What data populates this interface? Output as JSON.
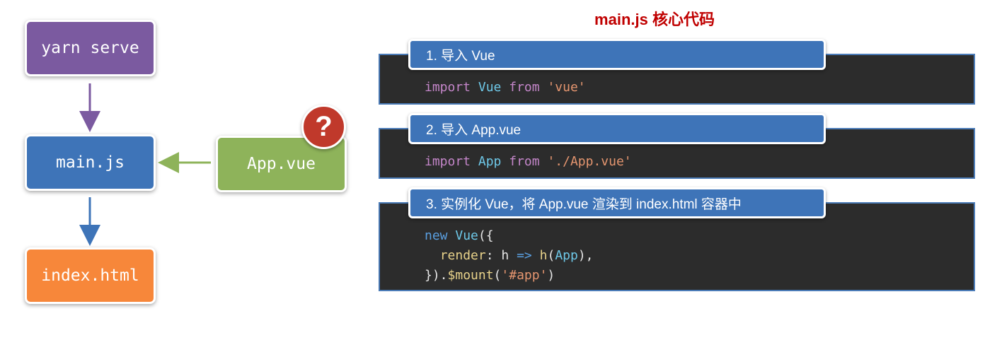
{
  "flow": {
    "yarn_serve": "yarn serve",
    "main_js": "main.js",
    "index_html": "index.html",
    "app_vue": "App.vue",
    "question_mark": "?"
  },
  "panel": {
    "title": "main.js 核心代码",
    "steps": [
      {
        "header": "1. 导入 Vue",
        "code": {
          "kw": "import",
          "id": "Vue",
          "from": "from",
          "str": "'vue'"
        }
      },
      {
        "header": "2. 导入 App.vue",
        "code": {
          "kw": "import",
          "id": "App",
          "from": "from",
          "str": "'./App.vue'"
        }
      },
      {
        "header": "3. 实例化 Vue，将 App.vue 渲染到 index.html 容器中",
        "code": {
          "new": "new",
          "vue": "Vue",
          "open": "({",
          "render": "render",
          "colon": ":",
          "h": "h",
          "arrow": "=>",
          "hcall": "h",
          "lparen": "(",
          "app": "App",
          "rparen": "),",
          "close": "}).",
          "mount": "$mount",
          "mount_open": "(",
          "mount_arg": "'#app'",
          "mount_close": ")"
        }
      }
    ]
  },
  "colors": {
    "yarn": "#7b5aa0",
    "main": "#3e74b8",
    "index": "#f7873a",
    "app": "#8eb35a",
    "badge": "#c0392b",
    "title": "#c00000",
    "code_bg": "#2c2c2c"
  }
}
